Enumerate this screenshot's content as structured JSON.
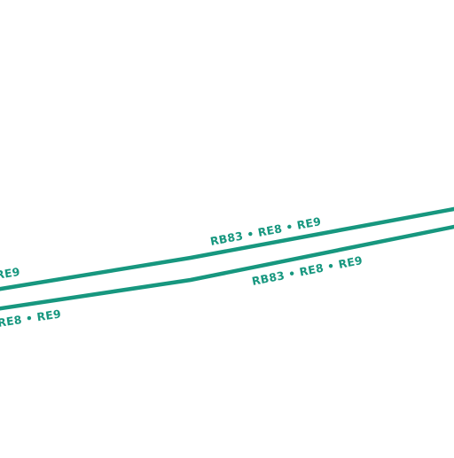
{
  "map": {
    "line_color": "#17977f",
    "background_color": "#ffffff",
    "tracks": [
      {
        "id": "upper",
        "labels": [
          "RE9",
          "RB83 • RE8 • RE9"
        ]
      },
      {
        "id": "lower",
        "labels": [
          "RE8 • RE9",
          "RB83 • RE8 • RE9"
        ]
      }
    ]
  }
}
